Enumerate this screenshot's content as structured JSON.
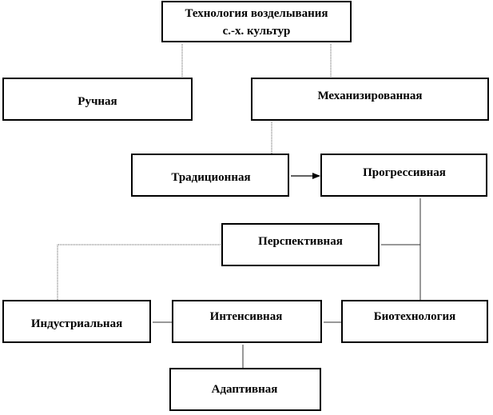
{
  "diagram": {
    "nodes": {
      "root": {
        "lines": [
          "Технология возделывания",
          "с.-х. культур"
        ]
      },
      "manual": {
        "label": "Ручная"
      },
      "mechanized": {
        "label": "Механизированная"
      },
      "traditional": {
        "label": "Традиционная"
      },
      "progressive": {
        "label": "Прогрессивная"
      },
      "perspective": {
        "label": "Перспективная"
      },
      "industrial": {
        "label": "Индустриальная"
      },
      "intensive": {
        "label": "Интенсивная"
      },
      "biotech": {
        "label": "Биотехнология"
      },
      "adaptive": {
        "label": "Адаптивная"
      }
    }
  }
}
